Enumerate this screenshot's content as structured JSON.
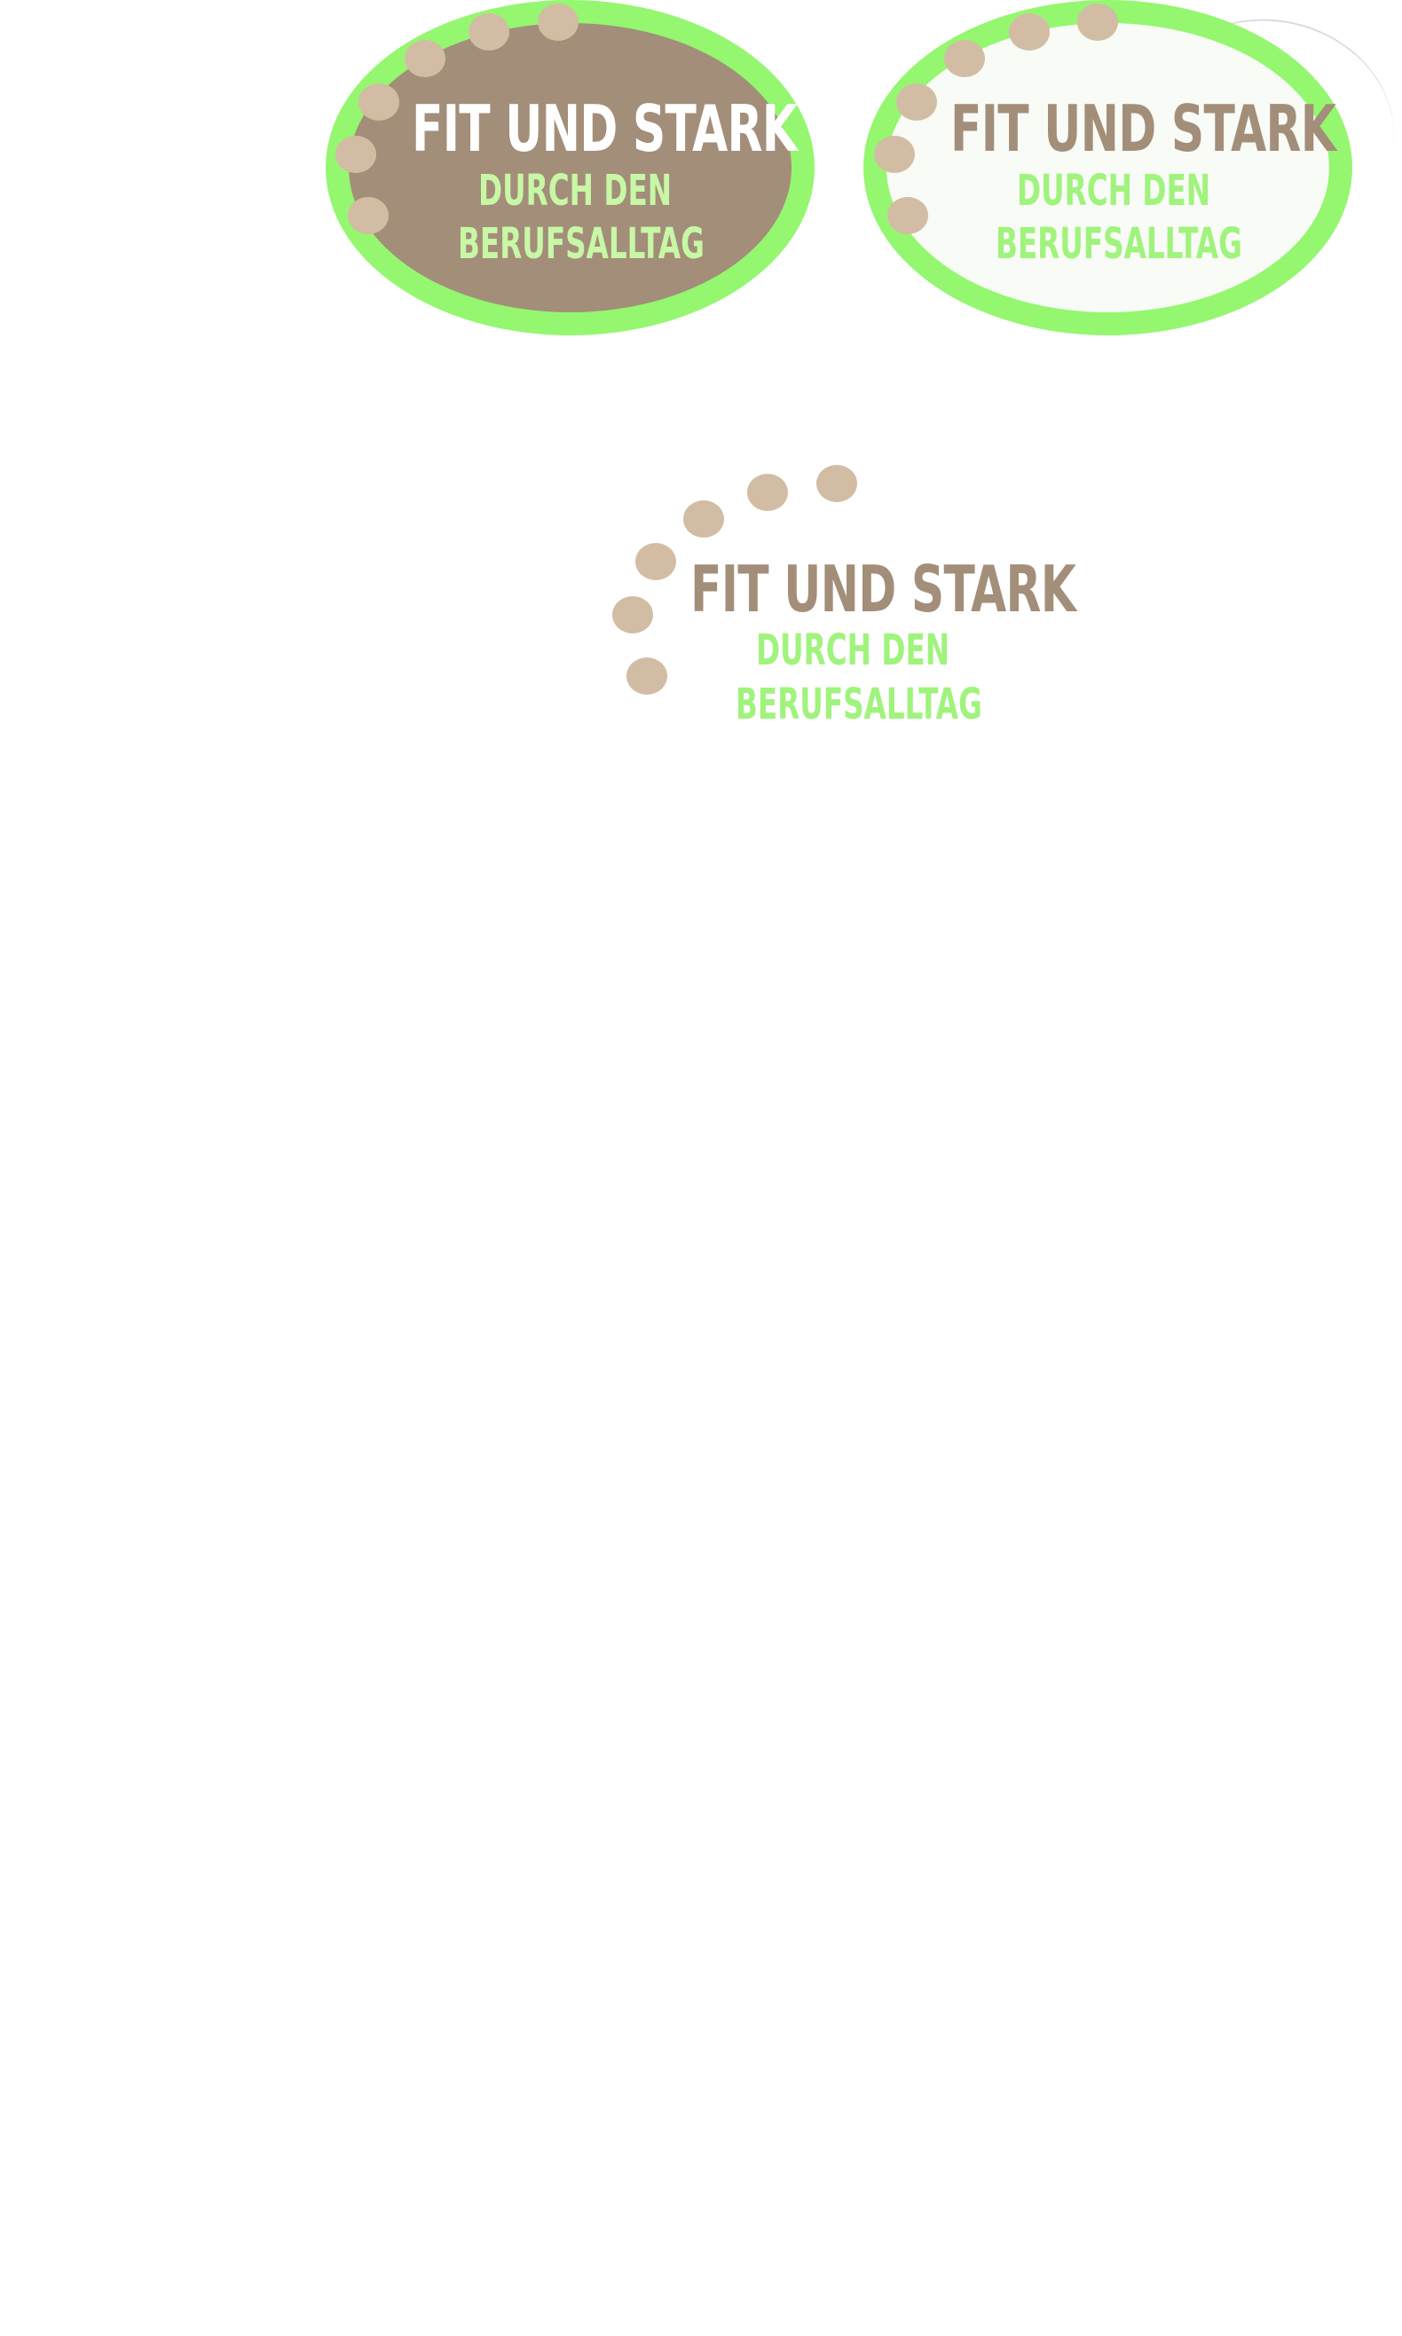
{
  "logo_variants": [
    {
      "variant": "dark-oval",
      "title": "FIT UND STARK",
      "line1": "DURCH DEN",
      "line2": "BERUFSALLTAG",
      "colors": {
        "background": "#a38e7a",
        "ring": "#94f76f",
        "dots": "#d2bda4",
        "title": "#ffffff",
        "subtitle": "#c8f7a6"
      }
    },
    {
      "variant": "light-oval",
      "title": "FIT UND STARK",
      "line1": "DURCH DEN",
      "line2": "BERUFSALLTAG",
      "colors": {
        "background": "#f8fbf6",
        "ring": "#94f76f",
        "dots": "#d2bda4",
        "title": "#a38e7a",
        "subtitle": "#a0f37c"
      }
    },
    {
      "variant": "no-oval",
      "title": "FIT UND STARK",
      "line1": "DURCH DEN",
      "line2": "BERUFSALLTAG",
      "colors": {
        "background": "#ffffff",
        "dots": "#d2bda4",
        "title": "#a38e7a",
        "subtitle": "#a0f37c"
      }
    }
  ]
}
